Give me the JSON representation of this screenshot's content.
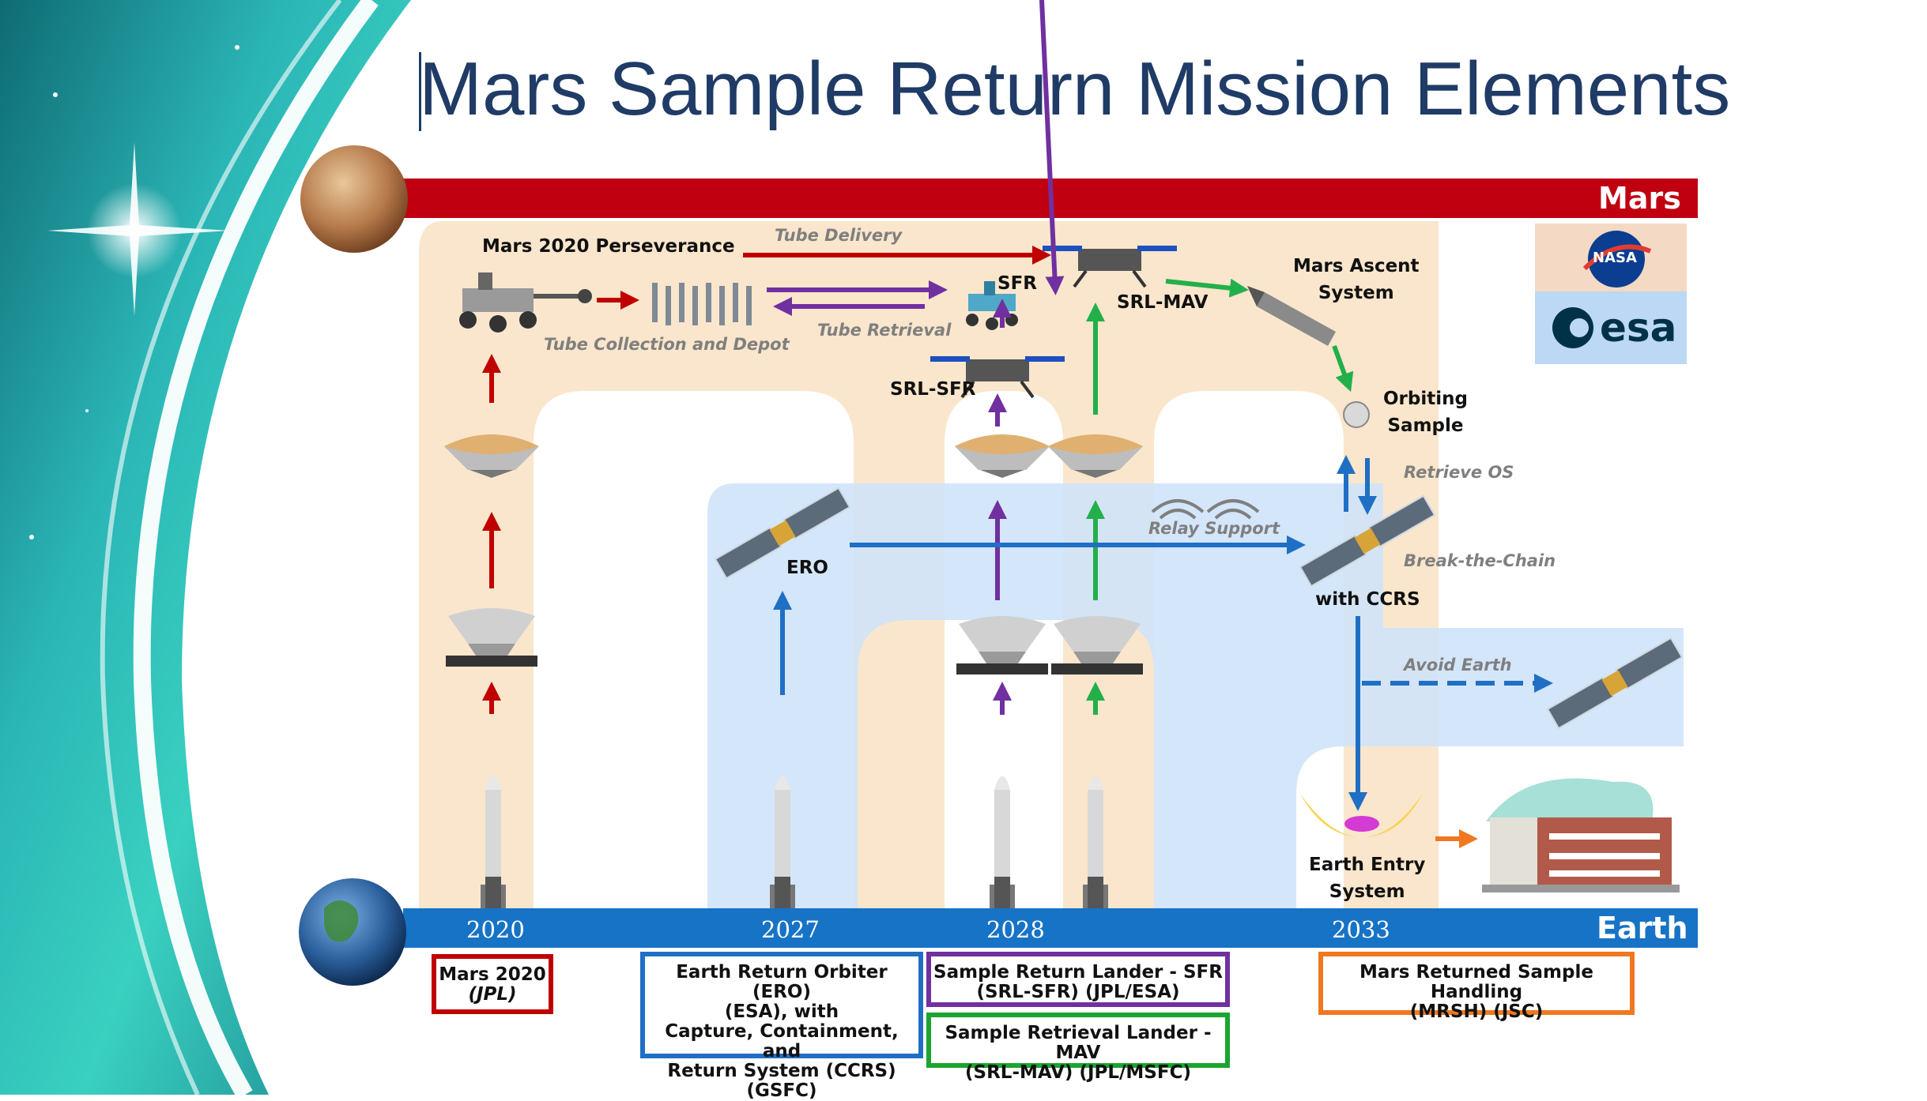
{
  "title": "Mars Sample Return Mission Elements",
  "bands": {
    "mars": "Mars",
    "earth": "Earth"
  },
  "years": [
    "2020",
    "2027",
    "2028",
    "2033"
  ],
  "diagram": {
    "perseverance": "Mars 2020 Perseverance",
    "tube_delivery": "Tube Delivery",
    "tube_collection": "Tube Collection and Depot",
    "tube_retrieval": "Tube Retrieval",
    "sfr": "SFR",
    "srl_mav": "SRL-MAV",
    "srl_sfr": "SRL-SFR",
    "mars_ascent_1": "Mars Ascent",
    "mars_ascent_2": "System",
    "orbiting_1": "Orbiting",
    "orbiting_2": "Sample",
    "retrieve_os": "Retrieve OS",
    "relay_support": "Relay Support",
    "break_chain": "Break-the-Chain",
    "ero": "ERO",
    "with_ccrs": "with CCRS",
    "avoid_earth": "Avoid Earth",
    "earth_entry_1": "Earth Entry",
    "earth_entry_2": "System"
  },
  "legend": {
    "mars2020": {
      "line1": "Mars 2020",
      "line2": "(JPL)",
      "color": "#c00000"
    },
    "ero": {
      "line1": "Earth Return Orbiter (ERO)",
      "line2": "(ESA), with",
      "line3": "Capture, Containment, and",
      "line4": "Return System (CCRS) (GSFC)",
      "color": "#1f6fc5"
    },
    "srl_sfr": {
      "line1": "Sample Return Lander - SFR",
      "line2": "(SRL-SFR) (JPL/ESA)",
      "color": "#7030a0"
    },
    "srl_mav": {
      "line1": "Sample Retrieval Lander - MAV",
      "line2": "(SRL-MAV) (JPL/MSFC)",
      "color": "#1aa531"
    },
    "mrsh": {
      "line1": "Mars Returned Sample Handling",
      "line2": "(MRSH) (JSC)",
      "color": "#f07821"
    }
  },
  "logos": {
    "nasa": "NASA",
    "esa": "esa"
  },
  "colors": {
    "mars_band": "#c00010",
    "earth_band": "#1773c6",
    "red_path": "#c00000",
    "purple_path": "#7030a0",
    "green_path": "#22b04b",
    "blue_path": "#1f6fc5",
    "orange": "#f07821",
    "mars_zone": "#f9e3c6",
    "orbit_zone": "#cfe3fa"
  }
}
